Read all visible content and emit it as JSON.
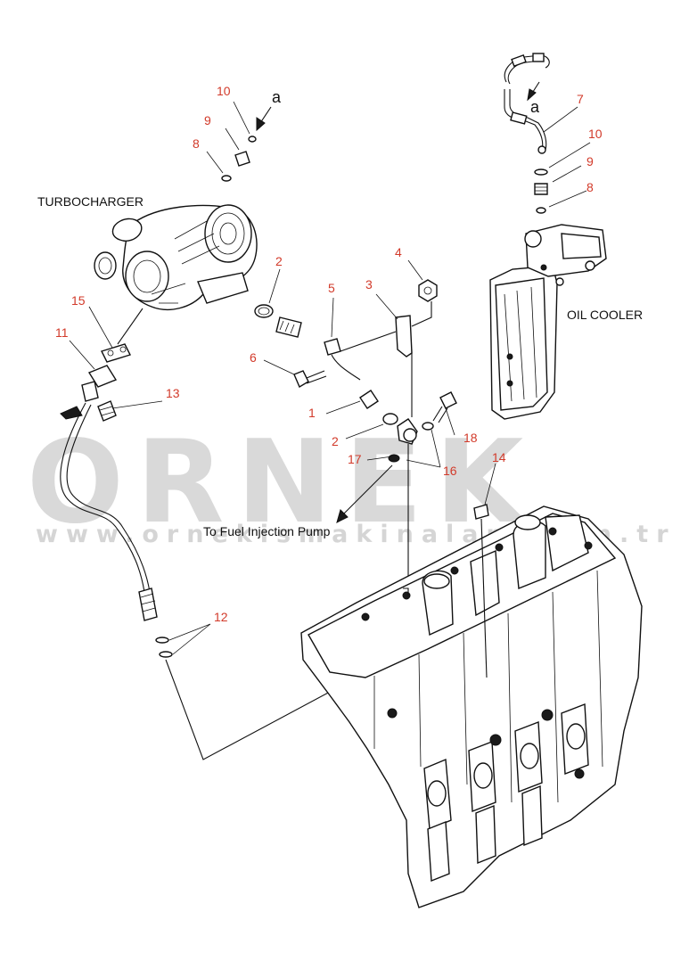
{
  "labels": {
    "turbocharger": "TURBOCHARGER",
    "oil_cooler": "OIL COOLER",
    "fuel_pump": "To Fuel Injection Pump",
    "ref_a_left": "a",
    "ref_a_right": "a"
  },
  "watermark": {
    "brand": "ORNEK",
    "url": "www.ornekismakinalari.com.tr",
    "color": "#d9d9d9"
  },
  "callouts": [
    {
      "id": "c10a",
      "text": "10"
    },
    {
      "id": "c9a",
      "text": "9"
    },
    {
      "id": "c8a",
      "text": "8"
    },
    {
      "id": "c7",
      "text": "7"
    },
    {
      "id": "c10b",
      "text": "10"
    },
    {
      "id": "c9b",
      "text": "9"
    },
    {
      "id": "c8b",
      "text": "8"
    },
    {
      "id": "c2a",
      "text": "2"
    },
    {
      "id": "c4",
      "text": "4"
    },
    {
      "id": "c5",
      "text": "5"
    },
    {
      "id": "c3",
      "text": "3"
    },
    {
      "id": "c15",
      "text": "15"
    },
    {
      "id": "c11",
      "text": "11"
    },
    {
      "id": "c6",
      "text": "6"
    },
    {
      "id": "c13",
      "text": "13"
    },
    {
      "id": "c1",
      "text": "1"
    },
    {
      "id": "c2b",
      "text": "2"
    },
    {
      "id": "c18",
      "text": "18"
    },
    {
      "id": "c17",
      "text": "17"
    },
    {
      "id": "c16",
      "text": "16"
    },
    {
      "id": "c14",
      "text": "14"
    },
    {
      "id": "c12",
      "text": "12"
    }
  ],
  "colors": {
    "callout": "#d23a2a",
    "line": "#111111"
  }
}
